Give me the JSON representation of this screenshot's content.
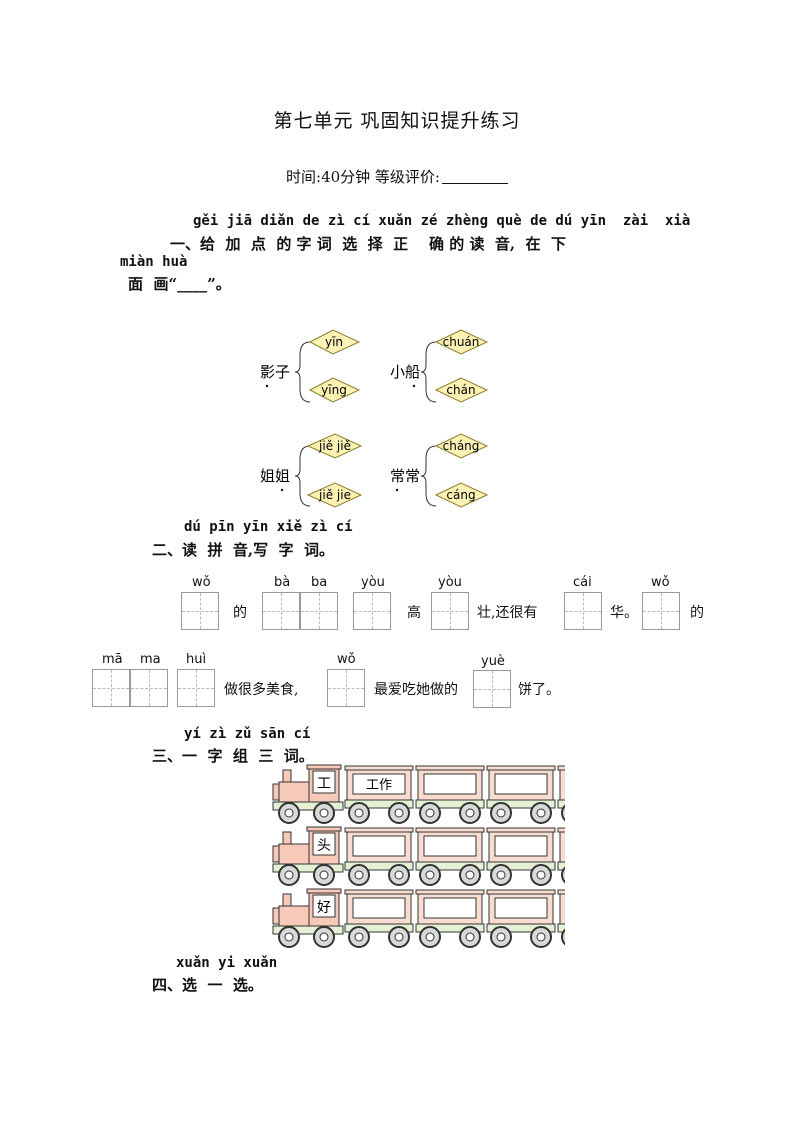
{
  "header": {
    "title": "第七单元   巩固知识提升练习",
    "time_label": "时间:40分钟   等级评价:"
  },
  "section1": {
    "pinyin": "gěi jiā diǎn de zì cí xuǎn zé zhèng què de dú yīn  zài  xià",
    "hanzi": "一、给  加  点  的 字 词  选  择  正    确 的 读  音,  在  下",
    "pinyin2": "miàn huà",
    "hanzi2": "面  画“____”。",
    "groups": [
      {
        "word": "影子",
        "options": [
          "yīn",
          "yīng"
        ]
      },
      {
        "word": "小船",
        "options": [
          "chuán",
          "chán"
        ]
      },
      {
        "word": "姐姐",
        "options": [
          "jiě jiě",
          "jiě jie"
        ]
      },
      {
        "word": "常常",
        "options": [
          "cháng",
          "cáng"
        ]
      }
    ]
  },
  "section2": {
    "pinyin": "dú pīn yīn xiě zì cí",
    "hanzi": "二、读  拼  音,写  字  词。",
    "row1": {
      "pinyin": [
        "wǒ",
        "bà",
        "ba",
        "yòu",
        "yòu",
        "cái",
        "wǒ"
      ],
      "text": [
        "的",
        "高",
        "壮,还很有",
        "华。",
        "的"
      ]
    },
    "row2": {
      "pinyin": [
        "mā",
        "ma",
        "huì",
        "wǒ",
        "yuè"
      ],
      "text": [
        "做很多美食,",
        "最爱吃她做的",
        "饼了。"
      ]
    }
  },
  "section3": {
    "pinyin": "yí zì zǔ sān cí",
    "hanzi": "三、一  字  组  三  词。",
    "trains": [
      {
        "char": "工",
        "words": [
          "工作",
          "",
          ""
        ]
      },
      {
        "char": "头",
        "words": [
          "",
          "",
          ""
        ]
      },
      {
        "char": "好",
        "words": [
          "",
          "",
          ""
        ]
      }
    ],
    "colors": {
      "engine": "#f7c9b8",
      "car": "#f9dcd0",
      "base": "#e4f1d4",
      "outline": "#333333",
      "wheel": "#d9d9d9"
    }
  },
  "section4": {
    "pinyin": "xuǎn yi xuǎn",
    "hanzi": "四、选  一  选。"
  },
  "colors": {
    "diamond_fill": "#fbf3b5",
    "diamond_stroke": "#8a7d2a"
  }
}
